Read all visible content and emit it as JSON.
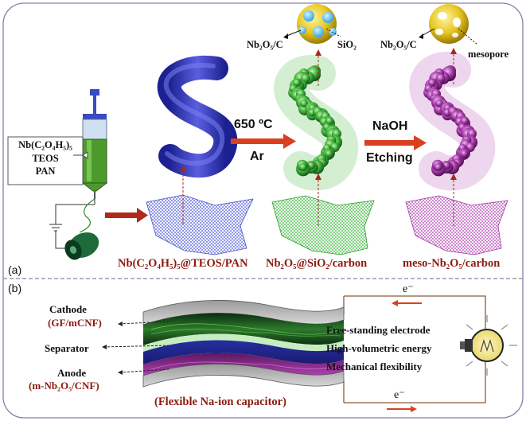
{
  "panel_a": {
    "tag": "(a)",
    "precursor_lines": [
      "Nb(C₂O₄H₅)₅",
      "TEOS",
      "PAN"
    ],
    "step1": {
      "temp": "650 ºC",
      "atm": "Ar"
    },
    "step2": {
      "line1": "NaOH",
      "line2": "Etching"
    },
    "stage_labels": [
      "Nb(C₂O₄H₅)₅@TEOS/PAN",
      "Nb₂O₅@SiO₂/carbon",
      "meso-Nb₂O₅/carbon"
    ],
    "callout_mid_left": "Nb₂O₅/C",
    "callout_mid_right": "SiO₂",
    "callout_right_left": "Nb₂O₅/C",
    "callout_right_right": "mesopore"
  },
  "panel_b": {
    "tag": "(b)",
    "cathode_title": "Cathode",
    "cathode_sub": "(GF/mCNF)",
    "separator": "Separator",
    "anode_title": "Anode",
    "anode_sub": "(m-Nb₂O₅/CNF)",
    "device_caption": "(Flexible Na-ion capacitor)",
    "features": [
      "Free-standing electrode",
      "High-volumetric energy",
      "Mechanical flexibility"
    ],
    "electron_top": "e⁻",
    "electron_bottom": "e⁻"
  },
  "colors": {
    "frame": "#8a7fa6",
    "arrow_red": "#d9401f",
    "label_red": "#8b1a0e",
    "fiber_blue": "#3a3fb8",
    "fiber_green": "#3fae3c",
    "fiber_purple": "#a53aa8",
    "sphere_yellow": "#e6c622"
  }
}
